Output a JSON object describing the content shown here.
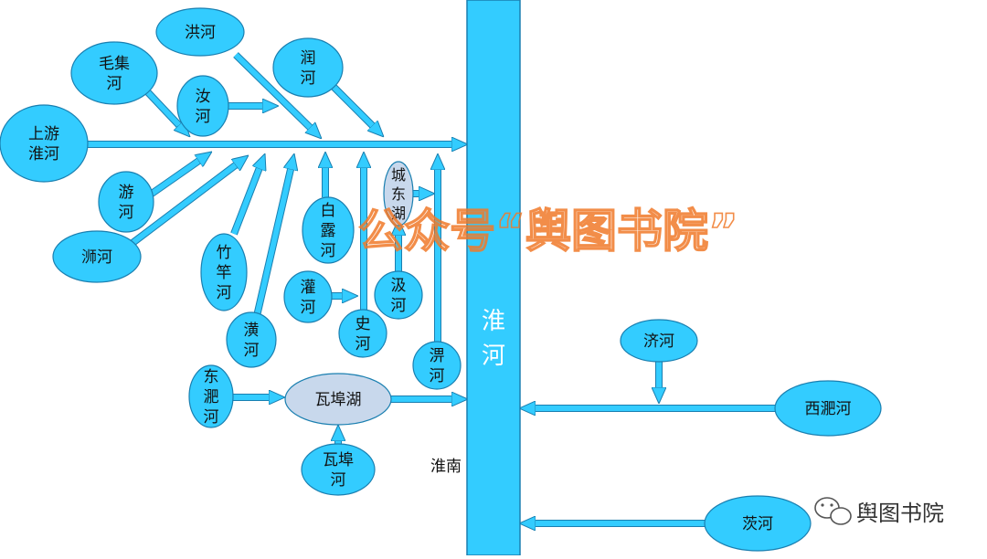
{
  "colors": {
    "river_fill": "#33ccff",
    "river_stroke": "#1a7fb0",
    "lake_fill": "#c8d8ec",
    "lake_stroke": "#1a7fb0",
    "flow_arrow": "#33ccff",
    "watermark": "#f07a2a",
    "text": "#111111"
  },
  "main_river": {
    "label": "淮河"
  },
  "place_label": "淮南",
  "watermark": "公众号“舆图书院”",
  "logo_text": "舆图书院",
  "logo_icon": "wechat-icon",
  "nodes": {
    "hong": "洪河",
    "maoji": "毛集河",
    "ru": "汝河",
    "run": "润河",
    "upstream": "上游淮河",
    "you": "游河",
    "shi_lion": "浉河",
    "zhugan": "竹竿河",
    "huang": "潢河",
    "bailu": "白露河",
    "guan": "灌河",
    "shi": "史河",
    "chengdong": "城东湖",
    "ji_lake": "汲河",
    "pi": "淠河",
    "dongfei": "东淝河",
    "wabu_lake": "瓦埠湖",
    "wabu_river": "瓦埠河",
    "ji": "济河",
    "xifei": "西淝河",
    "ci": "茨河"
  }
}
